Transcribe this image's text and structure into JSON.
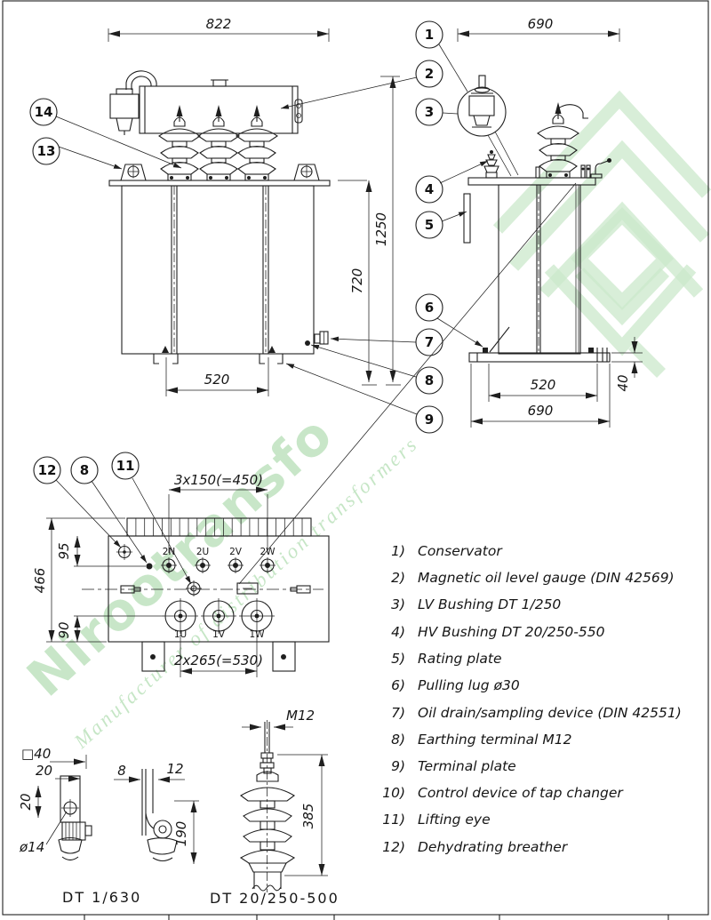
{
  "watermark": {
    "brand": "Nirootransfo",
    "tagline": "Manufacturer of distribution transformers"
  },
  "views": {
    "front": {
      "dim_width": "822",
      "dim_total_height": "1250",
      "dim_tank_height": "720",
      "dim_foot_span": "520"
    },
    "side": {
      "dim_top_width": "690",
      "dim_foot_span": "520",
      "dim_base_width": "690",
      "dim_base_height": "40"
    },
    "top": {
      "dim_lv_pitch": "3x150(=450)",
      "dim_depth": "466",
      "dim_lv_offset": "95",
      "dim_hv_offset": "90",
      "dim_hv_pitch": "2x265(=530)",
      "lv_terminals": [
        "2N",
        "2U",
        "2V",
        "2W"
      ],
      "hv_terminals": [
        "1U",
        "1V",
        "1W"
      ]
    },
    "lv_detail": {
      "caption": "DT 1/630",
      "dim_square": "□40",
      "dim_top_width": "20",
      "dim_height": "20",
      "dim_hole": "ø14",
      "dim_thk": "8",
      "dim_width": "12",
      "dim_length": "190"
    },
    "hv_detail": {
      "caption": "DT 20/250-500",
      "dim_thread": "M12",
      "dim_length": "385"
    }
  },
  "callouts": {
    "n1": "1",
    "n2": "2",
    "n3": "3",
    "n4": "4",
    "n5": "5",
    "n6": "6",
    "n7": "7",
    "n8": "8",
    "n8b": "8",
    "n9": "9",
    "n11": "11",
    "n12": "12",
    "n13": "13",
    "n14": "14"
  },
  "parts_list": [
    {
      "num": "1)",
      "label": "Conservator"
    },
    {
      "num": "2)",
      "label": "Magnetic oil level gauge (DIN 42569)"
    },
    {
      "num": "3)",
      "label": "LV Bushing DT 1/250"
    },
    {
      "num": "4)",
      "label": "HV Bushing DT 20/250-550"
    },
    {
      "num": "5)",
      "label": "Rating plate"
    },
    {
      "num": "6)",
      "label": "Pulling lug ø30"
    },
    {
      "num": "7)",
      "label": "Oil drain/sampling device (DIN 42551)"
    },
    {
      "num": "8)",
      "label": "Earthing terminal M12"
    },
    {
      "num": "9)",
      "label": "Terminal plate"
    },
    {
      "num": "10)",
      "label": "Control device of tap changer"
    },
    {
      "num": "11)",
      "label": "Lifting eye"
    },
    {
      "num": "12)",
      "label": "Dehydrating breather"
    }
  ],
  "colors": {
    "line": "#1f1f1f",
    "watermark_green": "#a7d8a7",
    "logo_green": "#cbe8cb"
  }
}
